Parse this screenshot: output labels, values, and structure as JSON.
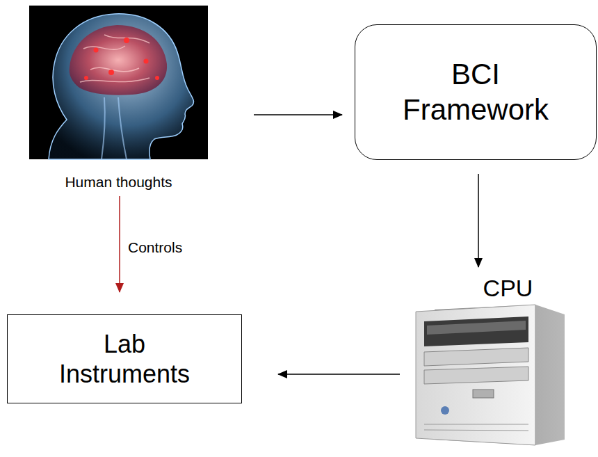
{
  "diagram": {
    "nodes": [
      {
        "text": [
          "Human thoughts"
        ]
      },
      {
        "text": [
          "BCI Framework"
        ]
      },
      {
        "text": [
          "CPU"
        ]
      },
      {
        "text": [
          "Lab Instruments"
        ]
      }
    ],
    "edges": [
      {
        "from": 0,
        "to": 1,
        "arrow": "to"
      },
      {
        "from": 0,
        "to": 3,
        "label": "Controls",
        "arrow": "to"
      },
      {
        "from": 1,
        "to": 2,
        "arrow": "to"
      },
      {
        "from": 2,
        "to": 3,
        "arrow": "to"
      }
    ]
  }
}
